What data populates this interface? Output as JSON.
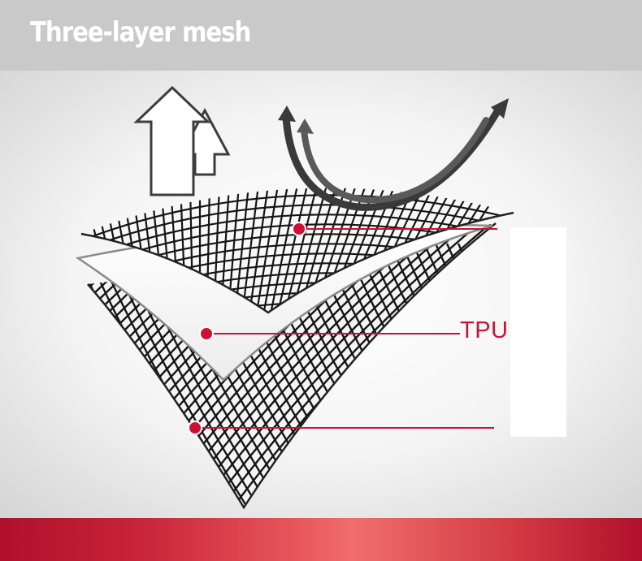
{
  "header": {
    "title": "Three-layer mesh"
  },
  "diagram": {
    "callouts": [
      {
        "layer": "top-mesh",
        "label": ""
      },
      {
        "layer": "tpu-membrane",
        "label": "TPU"
      },
      {
        "layer": "bottom-mesh",
        "label": ""
      }
    ]
  },
  "colors": {
    "accent": "#cc1133",
    "header_bg": "#c9c9c9",
    "footer_gradient": [
      "#b0102b",
      "#f06e6c",
      "#b0102b"
    ],
    "mesh_line": "#111111"
  }
}
